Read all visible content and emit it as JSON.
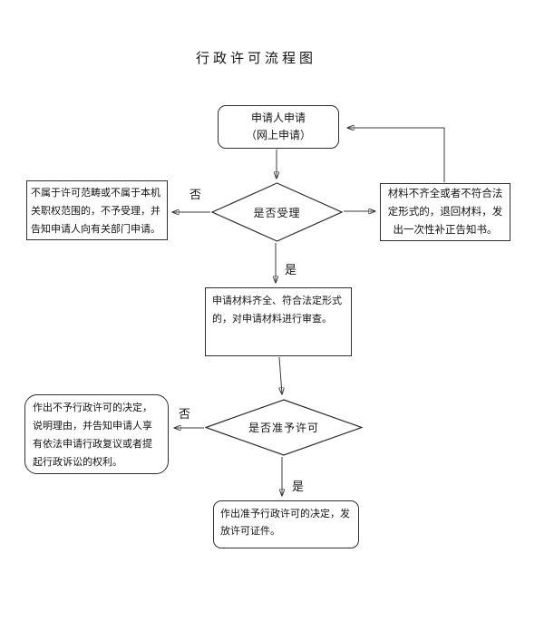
{
  "title": "行政许可流程图",
  "nodes": {
    "start": {
      "text": "申请人申请\n（网上申请）"
    },
    "decision_accept": {
      "label": "是否受理"
    },
    "reject_notice": {
      "text": "不属于许可范畴或不属于本机\n关职权范围的，不予受理，并\n告知申请人向有关部门申请。"
    },
    "supplement_notice": {
      "text": "材料不齐全或者不符合法\n定形式的，退回材料，发\n出一次性补正告知书。"
    },
    "review": {
      "text": "申请材料齐全、符合法定形式\n的，对申请材料进行审查。"
    },
    "decision_grant": {
      "label": "是否准予许可"
    },
    "deny_decision": {
      "text": "作出不予行政许可的决定，\n说明理由，并告知申请人享\n有依法申请行政复议或者提\n起行政诉讼的权利。"
    },
    "grant_decision": {
      "text": "作出准予行政许可的决定，发\n放许可证件。"
    }
  },
  "edge_labels": {
    "accept_no": "否",
    "accept_yes": "是",
    "grant_no": "否",
    "grant_yes": "是"
  },
  "colors": {
    "line": "#3b3b3b",
    "border": "#2e2e2e",
    "text": "#141414",
    "background": "#ffffff"
  }
}
